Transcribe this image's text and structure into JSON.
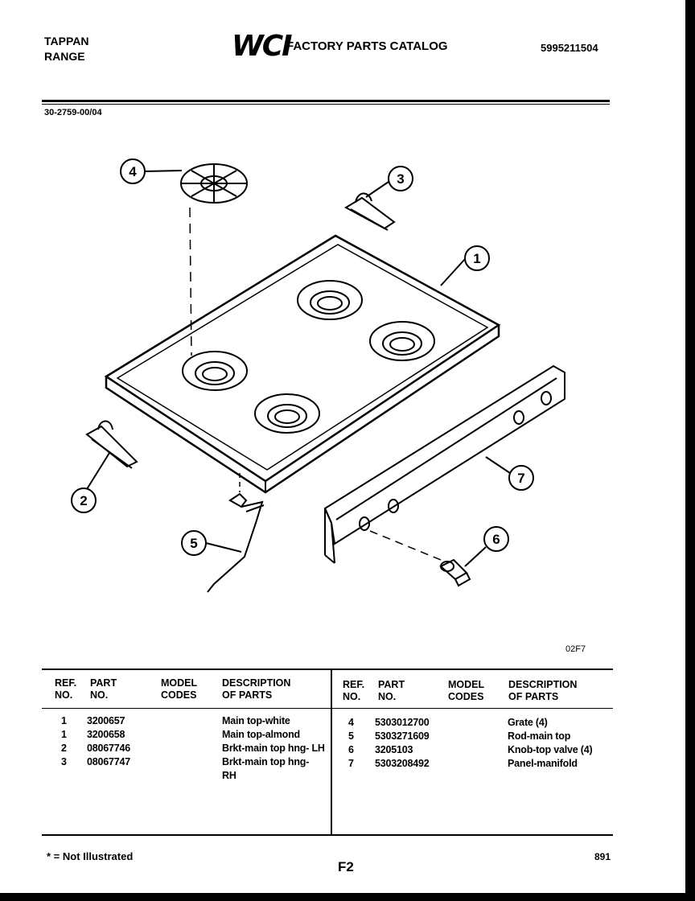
{
  "header": {
    "brand_line1": "TAPPAN",
    "brand_line2": "RANGE",
    "logo": "WCI",
    "catalog_title": "FACTORY PARTS CATALOG",
    "catalog_number": "5995211504",
    "page_code": "30-2759-00/04"
  },
  "diagram": {
    "callouts": [
      "1",
      "2",
      "3",
      "4",
      "5",
      "6",
      "7"
    ],
    "figure_code": "02F7"
  },
  "table": {
    "headers": {
      "ref": "REF.\nNO.",
      "part": "PART\nNO.",
      "model": "MODEL\nCODES",
      "desc": "DESCRIPTION\nOF PARTS"
    },
    "left_rows": [
      {
        "ref": "1",
        "part": "3200657",
        "model": "",
        "desc": "Main top-white"
      },
      {
        "ref": "1",
        "part": "3200658",
        "model": "",
        "desc": "Main top-almond"
      },
      {
        "ref": "2",
        "part": "08067746",
        "model": "",
        "desc": "Brkt-main top hng- LH"
      },
      {
        "ref": "3",
        "part": "08067747",
        "model": "",
        "desc": "Brkt-main top hng-"
      },
      {
        "ref": "",
        "part": "",
        "model": "",
        "desc": "RH"
      }
    ],
    "right_rows": [
      {
        "ref": "4",
        "part": "5303012700",
        "model": "",
        "desc": "Grate (4)"
      },
      {
        "ref": "5",
        "part": "5303271609",
        "model": "",
        "desc": "Rod-main top"
      },
      {
        "ref": "6",
        "part": "3205103",
        "model": "",
        "desc": "Knob-top valve (4)"
      },
      {
        "ref": "7",
        "part": "5303208492",
        "model": "",
        "desc": "Panel-manifold"
      }
    ]
  },
  "footer": {
    "note": "* = Not Illustrated",
    "page": "F2",
    "code": "891"
  }
}
